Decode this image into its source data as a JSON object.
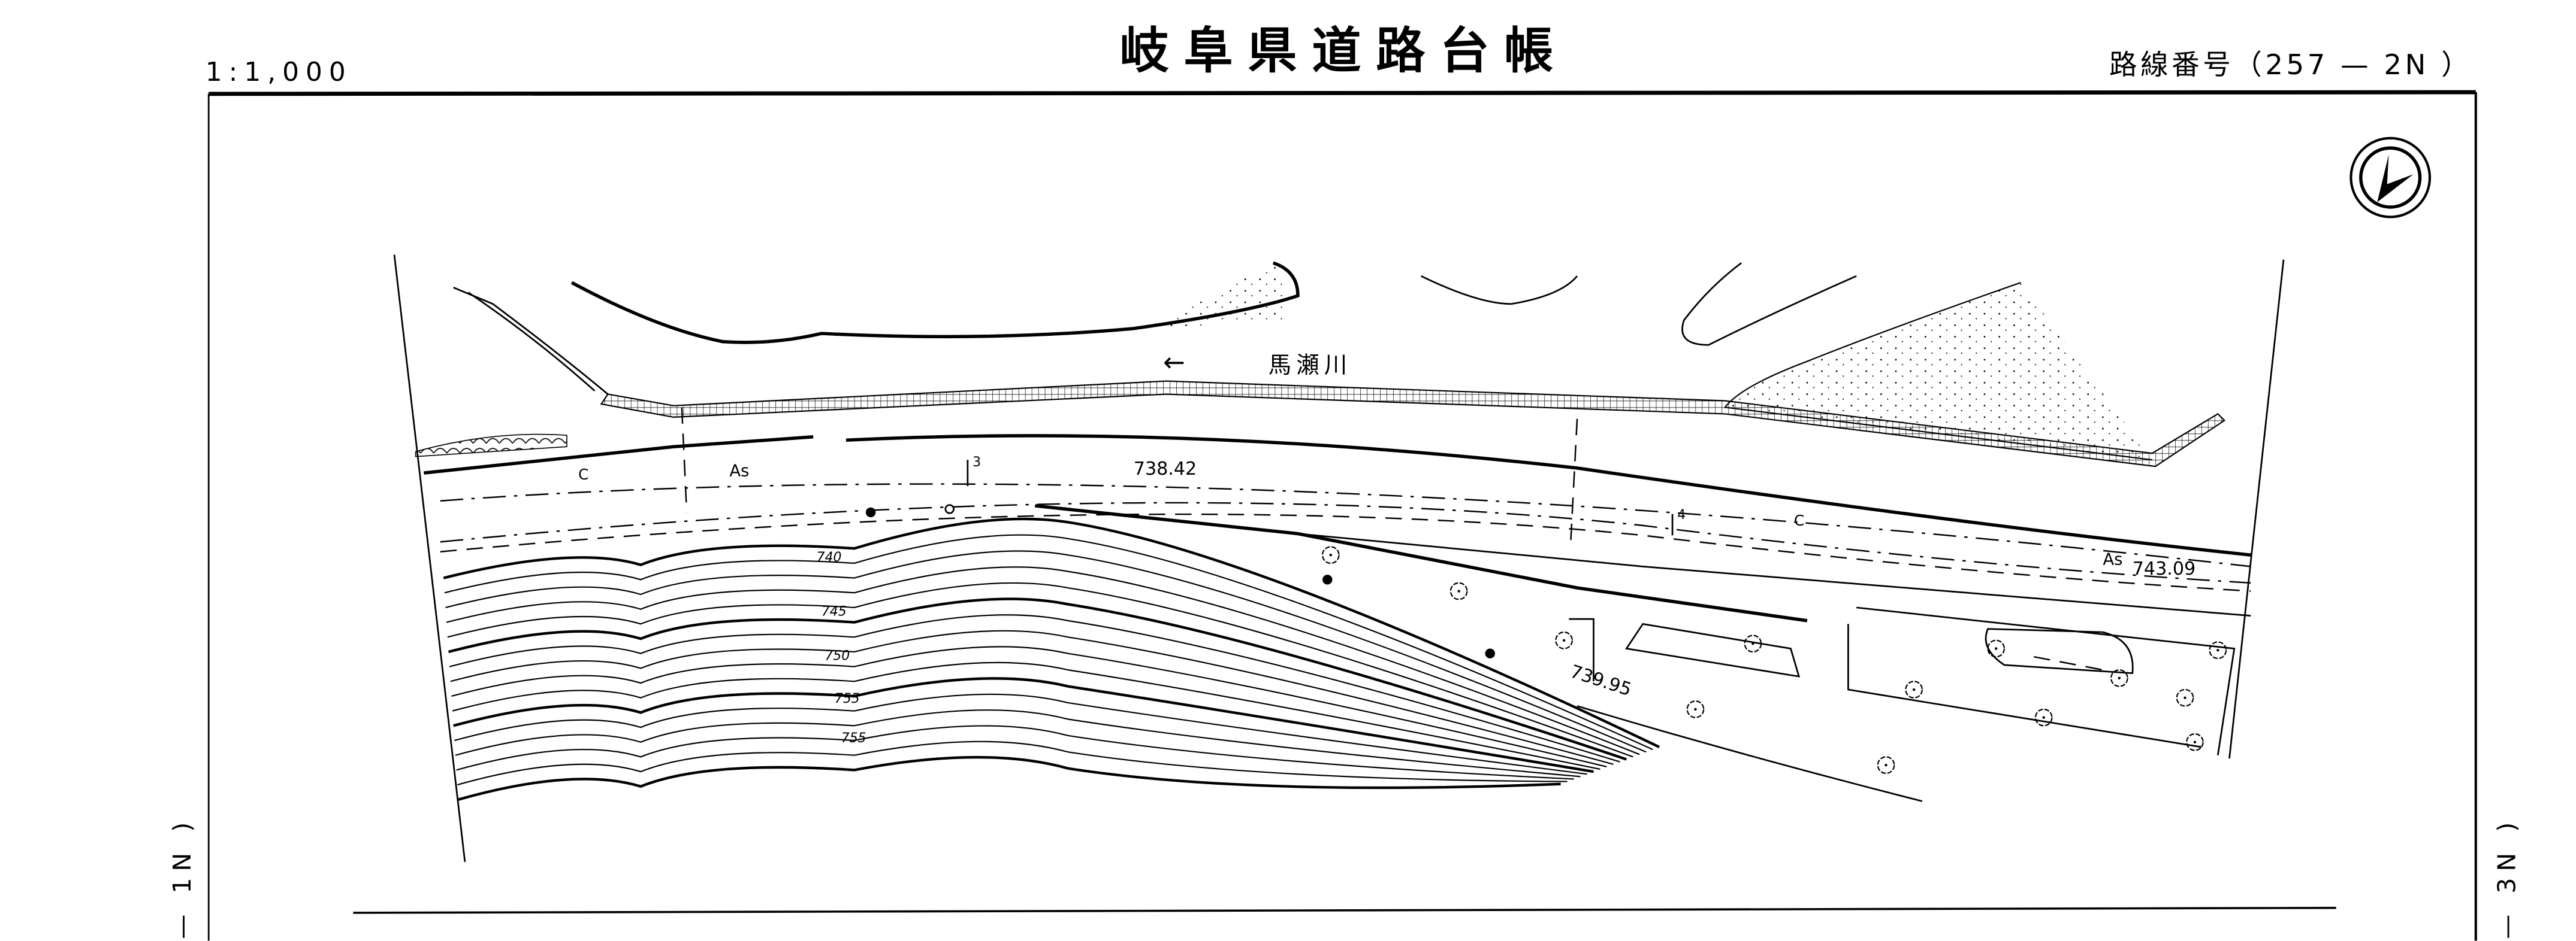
{
  "header": {
    "scale": "1:1,000",
    "title": "岐阜県道路台帳",
    "route_number": "路線番号（257 — 2N ）"
  },
  "side_labels": {
    "left_sheet": "— 1N )",
    "right_sheet": "— 3N )"
  },
  "map": {
    "river_name": "馬瀬川",
    "flow_arrow": "←",
    "road_surface_labels": [
      "As",
      "As"
    ],
    "curb_labels": [
      "C",
      "C"
    ],
    "station_marks": [
      "3",
      "4"
    ],
    "elevations": [
      "738.42",
      "743.09",
      "739.95"
    ],
    "contour_labels": [
      "740",
      "745",
      "750",
      "755",
      "755"
    ],
    "compass": "north-arrow"
  }
}
